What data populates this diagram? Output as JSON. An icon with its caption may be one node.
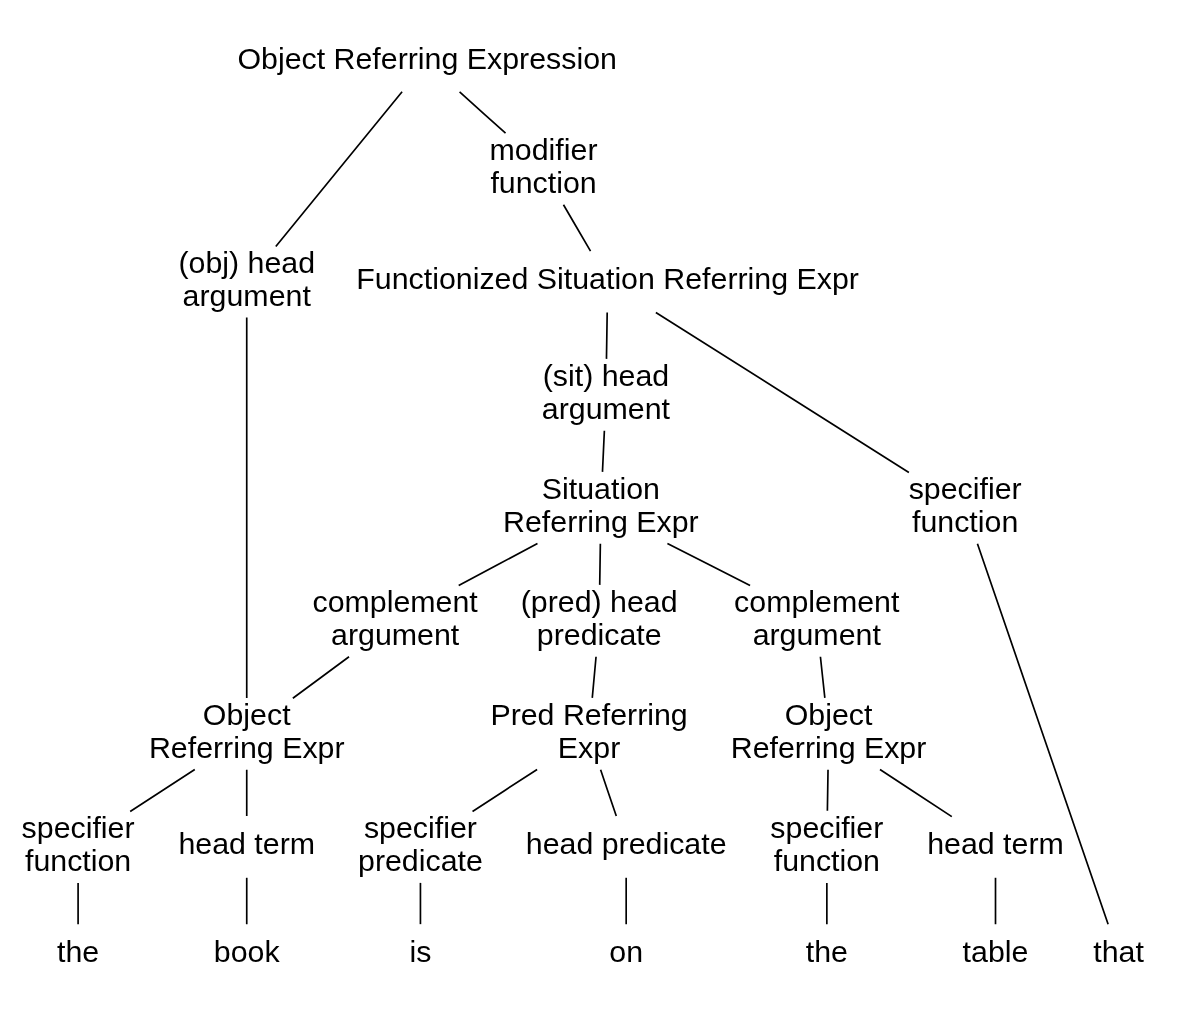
{
  "diagram": {
    "nodes": [
      {
        "text": [
          "Object Referring Expression"
        ]
      },
      {
        "text": [
          "(obj) head argument"
        ]
      },
      {
        "text": [
          "modifier function"
        ]
      },
      {
        "text": [
          "Functionized Situation Referring Expr"
        ]
      },
      {
        "text": [
          "specifier function"
        ]
      },
      {
        "text": [
          "(sit) head argument"
        ]
      },
      {
        "text": [
          "Situation Referring Expr"
        ]
      },
      {
        "text": [
          "complement argument"
        ]
      },
      {
        "text": [
          "(pred) head predicate"
        ]
      },
      {
        "text": [
          "complement argument"
        ]
      },
      {
        "text": [
          "Object Referring Expr"
        ]
      },
      {
        "text": [
          "Pred Referring Expr"
        ]
      },
      {
        "text": [
          "Object Referring Expr"
        ]
      },
      {
        "text": [
          "specifier function"
        ]
      },
      {
        "text": [
          "head term"
        ]
      },
      {
        "text": [
          "specifier predicate"
        ]
      },
      {
        "text": [
          "head predicate"
        ]
      },
      {
        "text": [
          "specifier function"
        ]
      },
      {
        "text": [
          "head term"
        ]
      },
      {
        "text": [
          "the"
        ]
      },
      {
        "text": [
          "book"
        ]
      },
      {
        "text": [
          "that"
        ]
      },
      {
        "text": [
          "is"
        ]
      },
      {
        "text": [
          "on"
        ]
      },
      {
        "text": [
          "the"
        ]
      },
      {
        "text": [
          "table"
        ]
      }
    ],
    "edges": [
      {
        "from": 0,
        "to": 1,
        "arrow": "none"
      },
      {
        "from": 0,
        "to": 2,
        "arrow": "none"
      },
      {
        "from": 2,
        "to": 3,
        "arrow": "none"
      },
      {
        "from": 3,
        "to": 4,
        "arrow": "none"
      },
      {
        "from": 3,
        "to": 5,
        "arrow": "none"
      },
      {
        "from": 5,
        "to": 6,
        "arrow": "none"
      },
      {
        "from": 6,
        "to": 7,
        "arrow": "none"
      },
      {
        "from": 6,
        "to": 8,
        "arrow": "none"
      },
      {
        "from": 6,
        "to": 9,
        "arrow": "none"
      },
      {
        "from": 1,
        "to": 10,
        "arrow": "none"
      },
      {
        "from": 7,
        "to": 10,
        "arrow": "none"
      },
      {
        "from": 8,
        "to": 11,
        "arrow": "none"
      },
      {
        "from": 9,
        "to": 12,
        "arrow": "none"
      },
      {
        "from": 10,
        "to": 13,
        "arrow": "none"
      },
      {
        "from": 10,
        "to": 14,
        "arrow": "none"
      },
      {
        "from": 11,
        "to": 15,
        "arrow": "none"
      },
      {
        "from": 11,
        "to": 16,
        "arrow": "none"
      },
      {
        "from": 12,
        "to": 17,
        "arrow": "none"
      },
      {
        "from": 12,
        "to": 18,
        "arrow": "none"
      },
      {
        "from": 13,
        "to": 19,
        "arrow": "none"
      },
      {
        "from": 14,
        "to": 20,
        "arrow": "none"
      },
      {
        "from": 4,
        "to": 21,
        "arrow": "none"
      },
      {
        "from": 15,
        "to": 22,
        "arrow": "none"
      },
      {
        "from": 16,
        "to": 23,
        "arrow": "none"
      },
      {
        "from": 17,
        "to": 24,
        "arrow": "none"
      },
      {
        "from": 18,
        "to": 25,
        "arrow": "none"
      }
    ]
  }
}
